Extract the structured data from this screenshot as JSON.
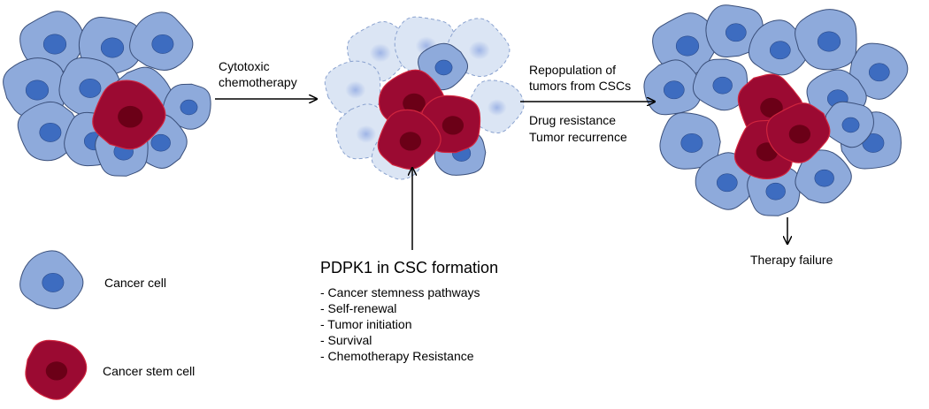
{
  "diagram": {
    "step1": {
      "line1": "Cytotoxic",
      "line2": "chemotherapy"
    },
    "step2": {
      "line1": "Repopulation of",
      "line2": "tumors from CSCs",
      "line3": "Drug resistance",
      "line4": "Tumor recurrence"
    },
    "outcome": "Therapy failure",
    "mechanism": {
      "title": "PDPK1 in CSC formation",
      "items": [
        "- Cancer stemness pathways",
        "- Self-renewal",
        "- Tumor initiation",
        "- Survival",
        "- Chemotherapy Resistance"
      ]
    },
    "legend": {
      "cancer_cell": "Cancer cell",
      "cancer_stem_cell": "Cancer stem cell"
    }
  },
  "colors": {
    "cancer_cell_fill": "#8eaadb",
    "cancer_cell_nucleus": "#3d6cc0",
    "stem_cell_fill": "#9b0a32",
    "stem_cell_nucleus": "#6b0017",
    "dying_cell_fill": "#dbe5f4",
    "dying_cell_nucleus": "#b7c9ec"
  }
}
